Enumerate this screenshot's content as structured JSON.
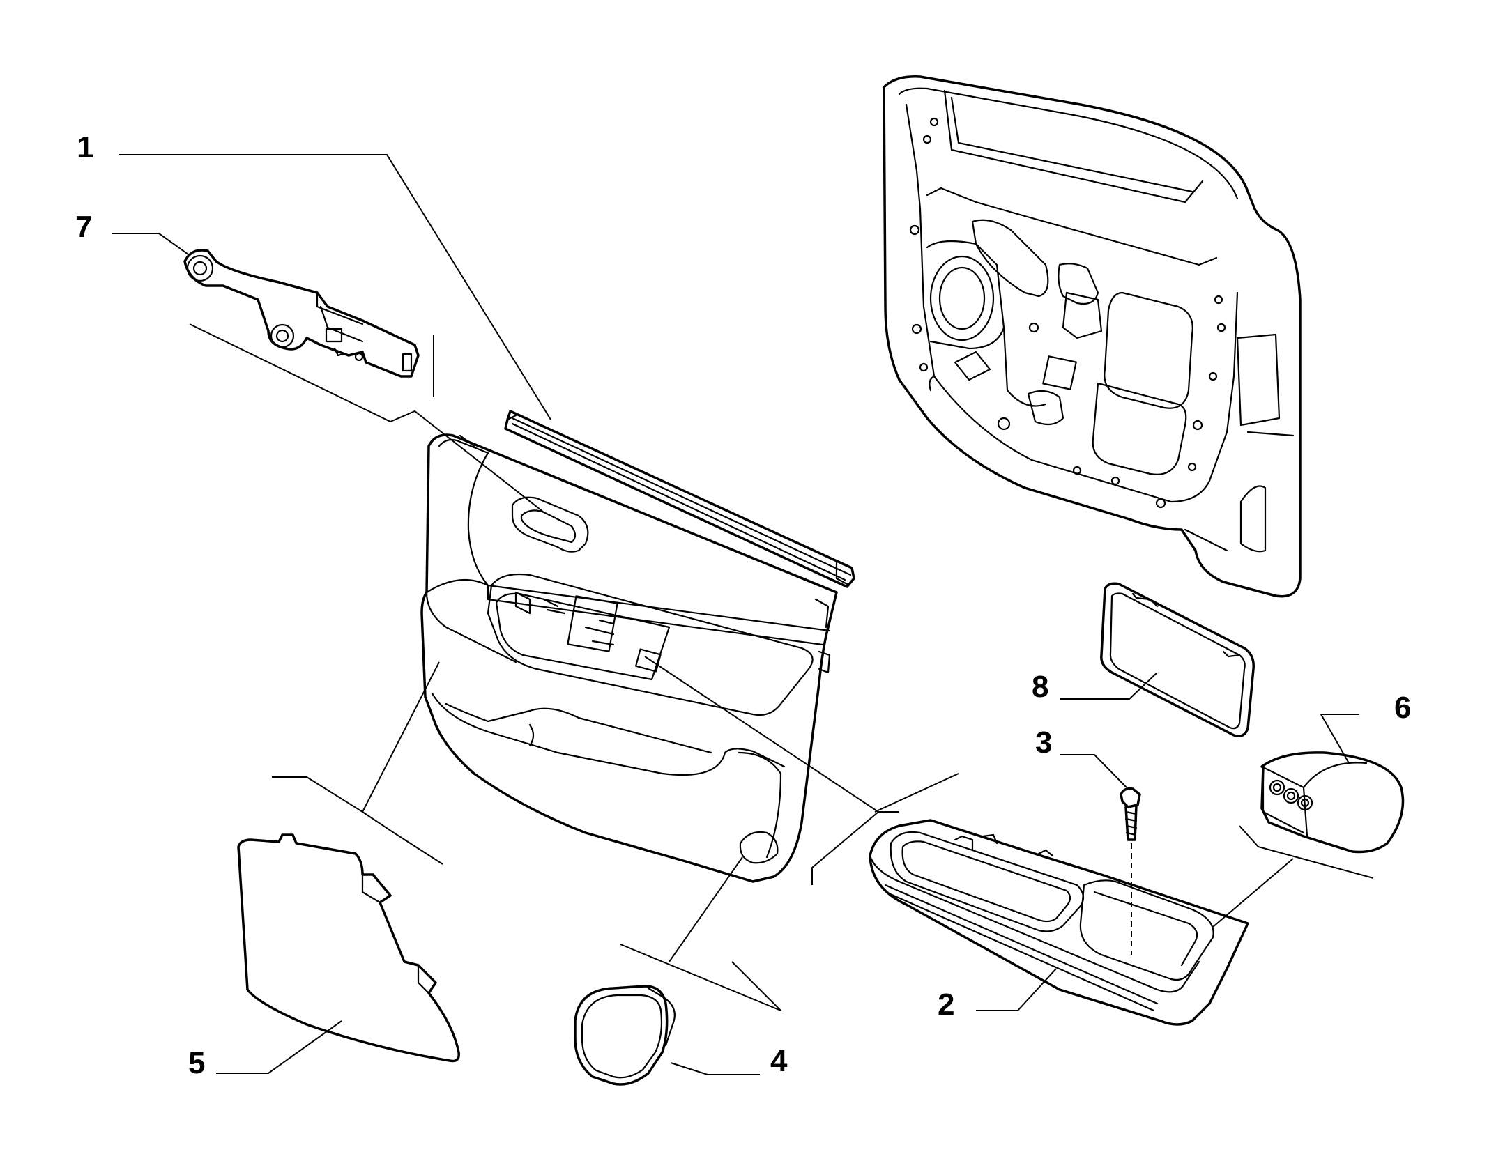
{
  "callouts": {
    "c1": "1",
    "c2": "2",
    "c3": "3",
    "c4": "4",
    "c5": "5",
    "c6": "6",
    "c7": "7",
    "c8": "8"
  },
  "parts": [
    {
      "id": "1",
      "depiction": "window-sill-seal-strip"
    },
    {
      "id": "2",
      "depiction": "door-pocket-armrest-trim"
    },
    {
      "id": "3",
      "depiction": "screw"
    },
    {
      "id": "4",
      "depiction": "round-cover-cap"
    },
    {
      "id": "5",
      "depiction": "lower-trim-panel-cover"
    },
    {
      "id": "6",
      "depiction": "switch-bezel"
    },
    {
      "id": "7",
      "depiction": "armrest-bracket"
    },
    {
      "id": "8",
      "depiction": "mirror-trim-cover"
    }
  ],
  "colors": {
    "line": "#000000",
    "background": "#ffffff"
  }
}
